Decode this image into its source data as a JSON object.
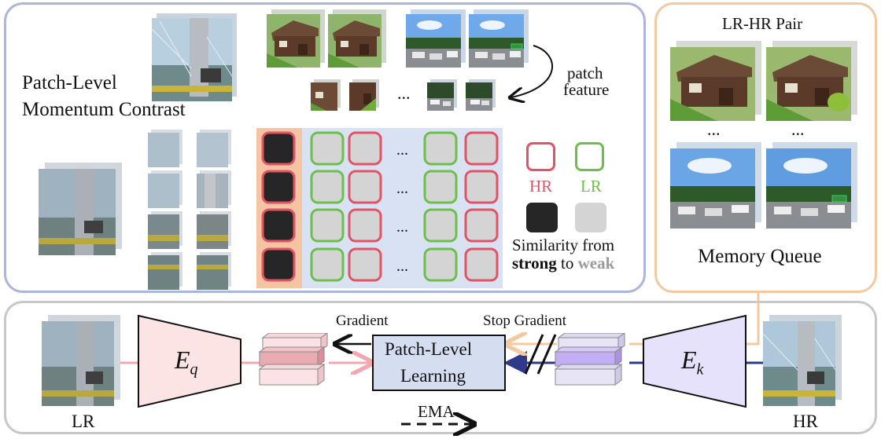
{
  "top_left": {
    "title_line1": "Patch-Level",
    "title_line2": "Momentum Contrast",
    "patch_feature_line1": "patch",
    "patch_feature_line2": "feature",
    "ellipsis": "...",
    "legend": {
      "hr_label": "HR",
      "lr_label": "LR",
      "similarity_prefix": "Similarity from",
      "strong": "strong",
      "to": "to",
      "weak": "weak"
    }
  },
  "memory": {
    "pair_title": "LR-HR Pair",
    "ellipsis": "...",
    "title": "Memory Queue"
  },
  "bottom": {
    "lr_label": "LR",
    "hr_label": "HR",
    "encoder_q": "E",
    "encoder_q_sub": "q",
    "encoder_k": "E",
    "encoder_k_sub": "k",
    "learning_line1": "Patch-Level",
    "learning_line2": "Learning",
    "gradient": "Gradient",
    "stop_gradient": "Stop Gradient",
    "ema": "EMA"
  },
  "colors": {
    "top_panel_border": "#aab6dc",
    "memory_border": "#f3c9a2",
    "bottom_border": "#c8c8c8",
    "hr_red": "#e05466",
    "lr_green": "#6cc04a",
    "grid_bg": "#d9e2f3",
    "strong_col_bg": "#f5c4a2",
    "enc_q": "#fde4e4",
    "enc_k": "#e7e2fb",
    "learning_box": "#d5def0",
    "cell_gray": "#d4d4d4",
    "cell_black": "#262626"
  }
}
